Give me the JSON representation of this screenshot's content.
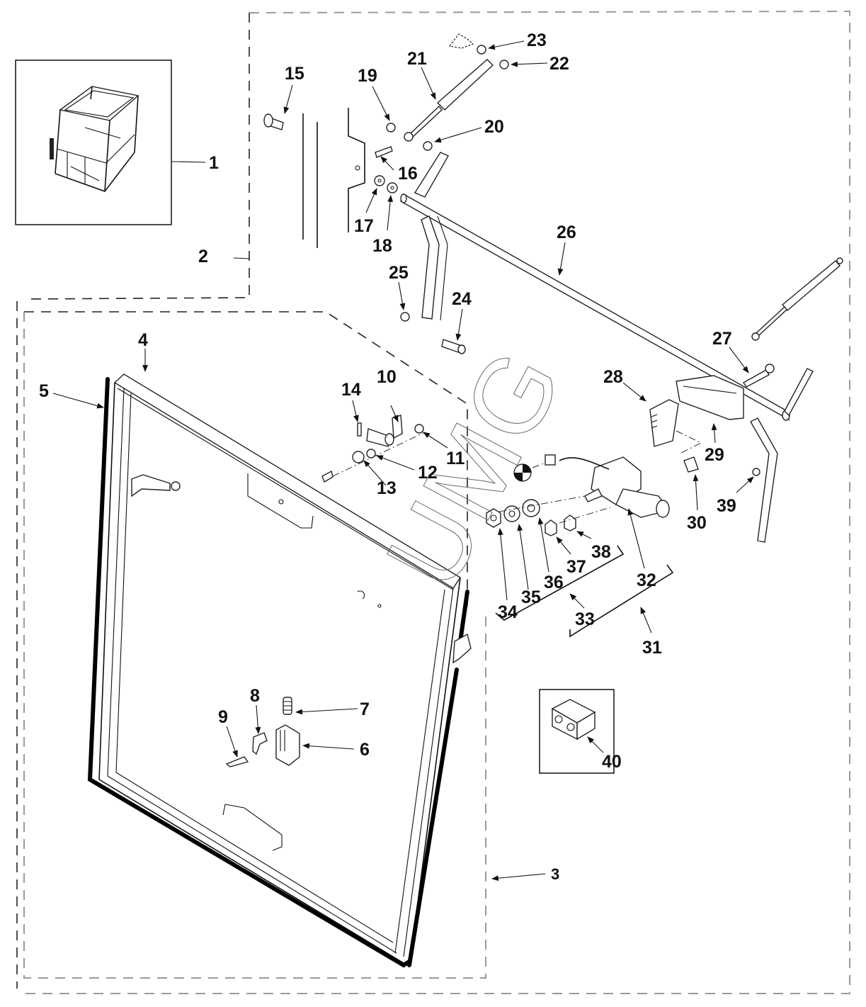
{
  "diagram": {
    "type": "exploded-parts-diagram",
    "watermark": "UMG",
    "colors": {
      "line": "#111111",
      "background": "#ffffff",
      "dashed_boundary": "#9a9a9a",
      "seal": "#000000"
    }
  },
  "callouts": {
    "c1": "1",
    "c2": "2",
    "c3": "3",
    "c4": "4",
    "c5": "5",
    "c6": "6",
    "c7": "7",
    "c8": "8",
    "c9": "9",
    "c10": "10",
    "c11": "11",
    "c12": "12",
    "c13": "13",
    "c14": "14",
    "c15": "15",
    "c16": "16",
    "c17": "17",
    "c18": "18",
    "c19": "19",
    "c20": "20",
    "c21": "21",
    "c22": "22",
    "c23": "23",
    "c24": "24",
    "c25": "25",
    "c26": "26",
    "c27": "27",
    "c28": "28",
    "c29": "29",
    "c30": "30",
    "c31": "31",
    "c32": "32",
    "c33": "33",
    "c34": "34",
    "c35": "35",
    "c36": "36",
    "c37": "37",
    "c38": "38",
    "c39": "39",
    "c40": "40"
  },
  "parts": [
    {
      "ref": "1",
      "depicts": "cab frame assembly (inset)"
    },
    {
      "ref": "2",
      "depicts": "upper hardware group"
    },
    {
      "ref": "3",
      "depicts": "lower door assembly group"
    },
    {
      "ref": "4",
      "depicts": "door frame"
    },
    {
      "ref": "5",
      "depicts": "seal strip"
    },
    {
      "ref": "6",
      "depicts": "latch housing"
    },
    {
      "ref": "7",
      "depicts": "spring"
    },
    {
      "ref": "8",
      "depicts": "clip"
    },
    {
      "ref": "9",
      "depicts": "rivet"
    },
    {
      "ref": "10",
      "depicts": "hinge bracket"
    },
    {
      "ref": "11",
      "depicts": "washer"
    },
    {
      "ref": "12",
      "depicts": "washer"
    },
    {
      "ref": "13",
      "depicts": "washer"
    },
    {
      "ref": "14",
      "depicts": "pin"
    },
    {
      "ref": "15",
      "depicts": "bolt"
    },
    {
      "ref": "16",
      "depicts": "spring"
    },
    {
      "ref": "17",
      "depicts": "washer"
    },
    {
      "ref": "18",
      "depicts": "washer"
    },
    {
      "ref": "19",
      "depicts": "clip"
    },
    {
      "ref": "20",
      "depicts": "clip"
    },
    {
      "ref": "21",
      "depicts": "gas strut"
    },
    {
      "ref": "22",
      "depicts": "clip"
    },
    {
      "ref": "23",
      "depicts": "washer"
    },
    {
      "ref": "24",
      "depicts": "pin"
    },
    {
      "ref": "25",
      "depicts": "clip"
    },
    {
      "ref": "26",
      "depicts": "shaft"
    },
    {
      "ref": "27",
      "depicts": "screw"
    },
    {
      "ref": "28",
      "depicts": "bracket"
    },
    {
      "ref": "29",
      "depicts": "handle housing"
    },
    {
      "ref": "30",
      "depicts": "nut plate"
    },
    {
      "ref": "31",
      "depicts": "actuator assembly"
    },
    {
      "ref": "32",
      "depicts": "actuator motor"
    },
    {
      "ref": "33",
      "depicts": "hardware kit"
    },
    {
      "ref": "34",
      "depicts": "nut"
    },
    {
      "ref": "35",
      "depicts": "washer"
    },
    {
      "ref": "36",
      "depicts": "washer"
    },
    {
      "ref": "37",
      "depicts": "nut"
    },
    {
      "ref": "38",
      "depicts": "nut"
    },
    {
      "ref": "39",
      "depicts": "clip"
    },
    {
      "ref": "40",
      "depicts": "connector block (inset)"
    }
  ]
}
